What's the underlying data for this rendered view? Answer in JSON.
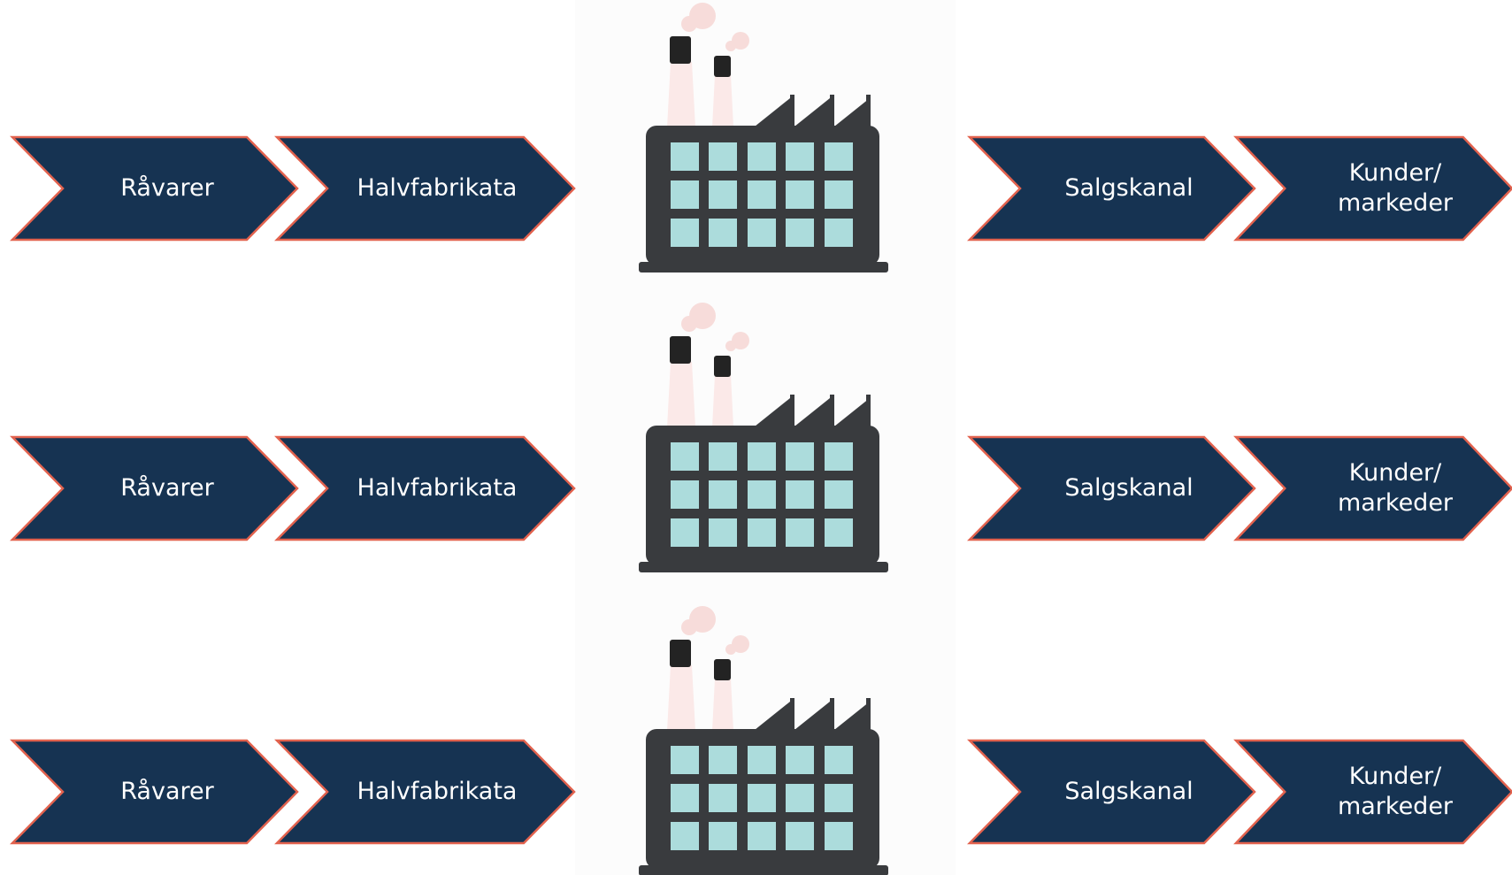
{
  "rows": [
    {
      "steps": [
        "Råvarer",
        "Halvfabrikata",
        "Salgskanal",
        "Kunder/\nmarkeder"
      ]
    },
    {
      "steps": [
        "Råvarer",
        "Halvfabrikata",
        "Salgskanal",
        "Kunder/\nmarkeder"
      ]
    },
    {
      "steps": [
        "Råvarer",
        "Halvfabrikata",
        "Salgskanal",
        "Kunder/\nmarkeder"
      ]
    }
  ],
  "colors": {
    "arrow_fill": "#163352",
    "arrow_outline": "#e2624e",
    "factory_body": "#393b3e",
    "factory_window": "#acdcdc",
    "chimney_top": "#232323",
    "chimney_body": "#fbe9e8",
    "smoke": "#f7dcda"
  },
  "icons": {
    "factory": "factory-icon"
  }
}
